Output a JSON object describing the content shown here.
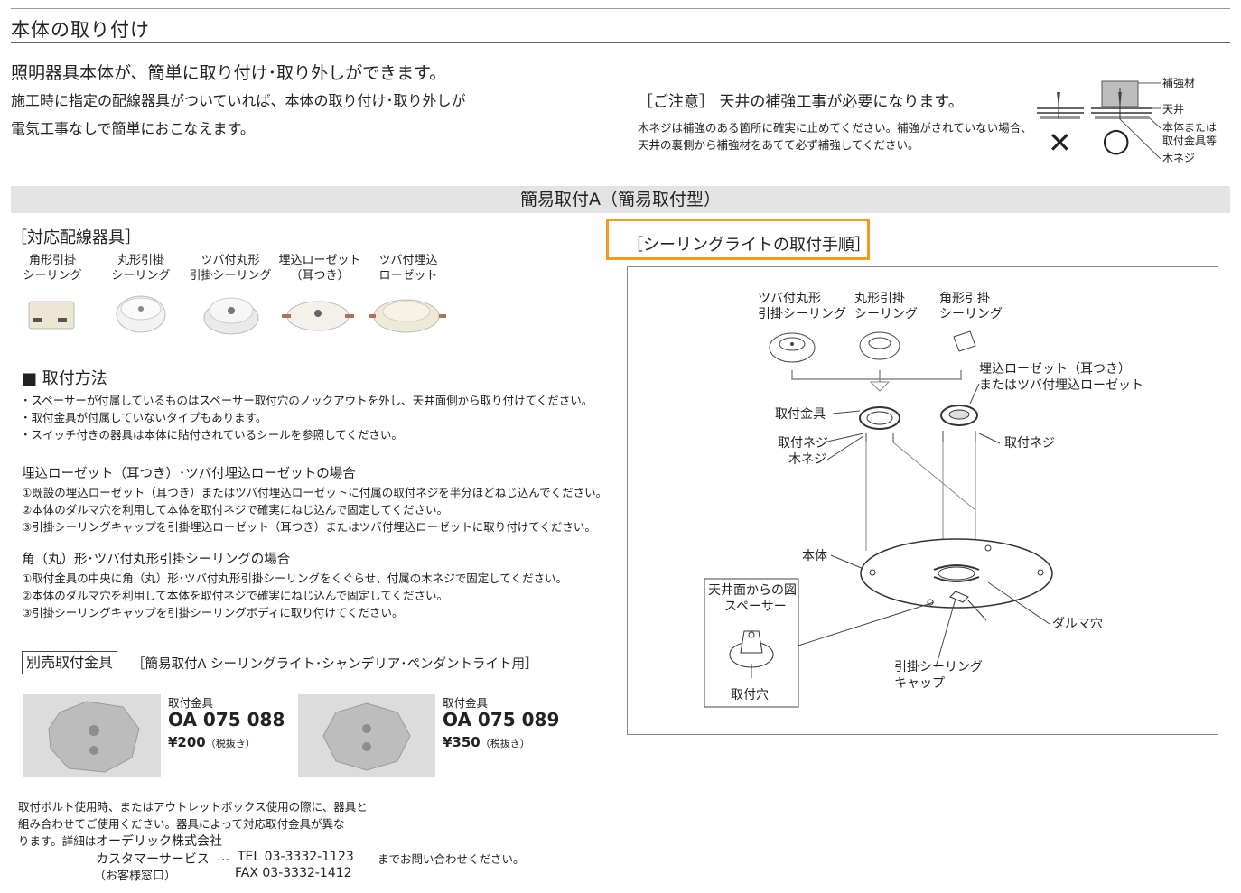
{
  "section_title": "本体の取り付け",
  "lead": "照明器具本体が、簡単に取り付け･取り外しができます。",
  "intro_lines": [
    "施工時に指定の配線器具がついていれば、本体の取り付け･取り外しが",
    "電気工事なしで簡単におこなえます。"
  ],
  "caution": {
    "title": "［ご注意］ 天井の補強工事が必要になります。",
    "lines": [
      "木ネジは補強のある箇所に確実に止めてください。補強がされていない場合、",
      "天井の裏側から補強材をあてて必ず補強してください。"
    ],
    "labels": {
      "reinforce": "補強材",
      "ceiling": "天井",
      "body1": "本体または",
      "body2": "取付金具等",
      "screw": "木ネジ"
    },
    "marks": {
      "ng": "✕",
      "ok": "○"
    }
  },
  "band_title": "簡易取付A（簡易取付型）",
  "fixtures": {
    "title": "［対応配線器具］",
    "items": [
      {
        "line1": "角形引掛",
        "line2": "シーリング"
      },
      {
        "line1": "丸形引掛",
        "line2": "シーリング"
      },
      {
        "line1": "ツバ付丸形",
        "line2": "引掛シーリング"
      },
      {
        "line1": "埋込ローゼット",
        "line2": "（耳つき）"
      },
      {
        "line1": "ツバ付埋込",
        "line2": "ローゼット"
      }
    ]
  },
  "method": {
    "title": "■ 取付方法",
    "bullets": [
      "・スペーサーが付属しているものはスペーサー取付穴のノックアウトを外し、天井面側から取り付けてください。",
      "・取付金具が付属していないタイプもあります。",
      "・スイッチ付きの器具は本体に貼付されているシールを参照してください。"
    ],
    "case1_title": "埋込ローゼット（耳つき）･ツバ付埋込ローゼットの場合",
    "case1_steps": [
      "①既設の埋込ローゼット（耳つき）またはツバ付埋込ローゼットに付属の取付ネジを半分ほどねじ込んでください。",
      "②本体のダルマ穴を利用して本体を取付ネジで確実にねじ込んで固定してください。",
      "③引掛シーリングキャップを引掛埋込ローゼット（耳つき）またはツバ付埋込ローゼットに取り付けてください。"
    ],
    "case2_title": "角（丸）形･ツバ付丸形引掛シーリングの場合",
    "case2_steps": [
      "①取付金具の中央に角（丸）形･ツバ付丸形引掛シーリングをくぐらせ、付属の木ネジで固定してください。",
      "②本体のダルマ穴を利用して本体を取付ネジで確実にねじ込んで固定してください。",
      "③引掛シーリングキャップを引掛シーリングボディに取り付けてください。"
    ]
  },
  "accessory": {
    "badge": "別売取付金具",
    "subtitle": "［簡易取付A シーリングライト･シャンデリア･ペンダントライト用］",
    "products": [
      {
        "label": "取付金具",
        "code": "OA 075 088",
        "price": "¥200",
        "tax": "（税抜き）"
      },
      {
        "label": "取付金具",
        "code": "OA 075 089",
        "price": "¥350",
        "tax": "（税抜き）"
      }
    ]
  },
  "footer": {
    "lines": [
      "取付ボルト使用時、またはアウトレットボックス使用の際に、器具と",
      "組み合わせてご使用ください。器具によって対応取付金具が異な"
    ],
    "line3_prefix": "ります。詳細は",
    "company": "オーデリック株式会社",
    "service": "カスタマーサービス",
    "dots": "…",
    "tel": "TEL 03-3332-1123",
    "tel_suffix": "までお問い合わせください。",
    "window": "（お客様窓口）",
    "fax": "FAX 03-3332-1412"
  },
  "procedure": {
    "title": "［シーリングライトの取付手順］",
    "labels": {
      "tsuba1": "ツバ付丸形",
      "tsuba2": "引掛シーリング",
      "maru1": "丸形引掛",
      "maru2": "シーリング",
      "kaku1": "角形引掛",
      "kaku2": "シーリング",
      "rosette1": "埋込ローゼット（耳つき）",
      "rosette2": "またはツバ付埋込ローゼット",
      "bracket": "取付金具",
      "screw1": "取付ネジ",
      "screw2": "木ネジ",
      "screw_r": "取付ネジ",
      "body": "本体",
      "view1": "天井面からの図",
      "view2": "スペーサー",
      "hole": "取付穴",
      "daruma": "ダルマ穴",
      "cap1": "引掛シーリング",
      "cap2": "キャップ"
    }
  }
}
